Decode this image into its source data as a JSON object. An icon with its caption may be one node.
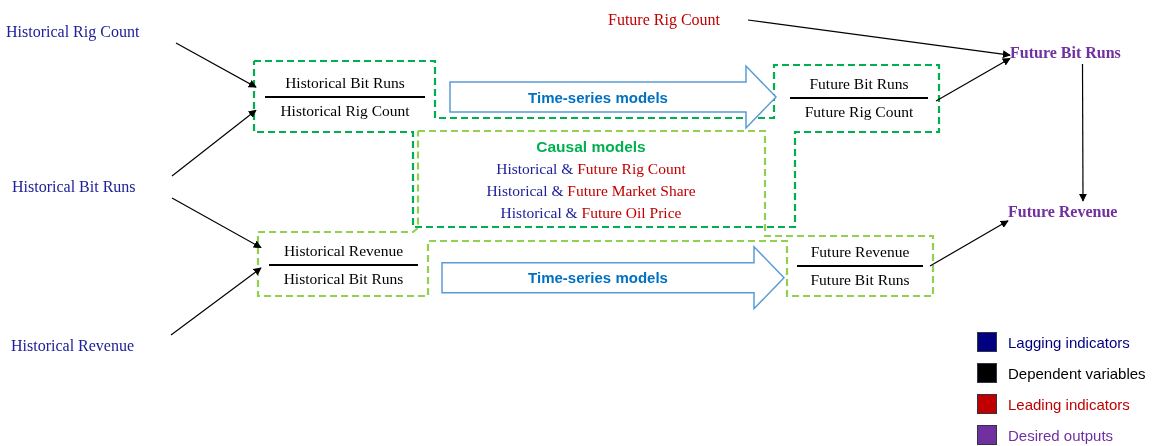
{
  "diagram": {
    "nodes": [
      {
        "text": [
          "Historical Rig Count"
        ]
      },
      {
        "text": [
          "Historical Bit Runs"
        ]
      },
      {
        "text": [
          "Historical Revenue"
        ]
      },
      {
        "text": [
          "Historical Bit Runs",
          "Historical Rig Count"
        ]
      },
      {
        "text": [
          "Historical Revenue",
          "Historical Bit Runs"
        ]
      },
      {
        "text": [
          "Causal models",
          "Historical &",
          "Future Rig Count",
          "Historical &",
          "Future Market Share",
          "Historical &",
          "Future Oil Price"
        ]
      },
      {
        "text": [
          "Future Bit Runs",
          "Future Rig Count"
        ]
      },
      {
        "text": [
          "Future Revenue",
          "Future Bit Runs"
        ]
      },
      {
        "text": [
          "Future Rig Count"
        ]
      },
      {
        "text": [
          "Future Bit Runs"
        ]
      },
      {
        "text": [
          "Future Revenue"
        ]
      }
    ],
    "edges": [
      {
        "from": 0,
        "to": 3,
        "arrow": "to"
      },
      {
        "from": 1,
        "to": 3,
        "arrow": "to"
      },
      {
        "from": 1,
        "to": 4,
        "arrow": "to"
      },
      {
        "from": 2,
        "to": 4,
        "arrow": "to"
      },
      {
        "from": 8,
        "to": 9,
        "arrow": "to"
      },
      {
        "from": 6,
        "to": 9,
        "arrow": "to"
      },
      {
        "from": 9,
        "to": 10,
        "arrow": "to"
      },
      {
        "from": 7,
        "to": 10,
        "arrow": "to"
      },
      {
        "from": 3,
        "to": 6,
        "arrow": "to",
        "label": "Time-series models",
        "style": "thick",
        "color": "#5b9bd5"
      },
      {
        "from": 4,
        "to": 7,
        "arrow": "to",
        "label": "Time-series models",
        "style": "thick",
        "color": "#5b9bd5"
      }
    ],
    "legend": [
      {
        "text": "Lagging indicators",
        "color": "#000080"
      },
      {
        "text": "Dependent variables",
        "color": "#000000"
      },
      {
        "text": "Leading indicators",
        "color": "#c00000"
      },
      {
        "text": "Desired outputs",
        "color": "#7030a0"
      }
    ]
  }
}
